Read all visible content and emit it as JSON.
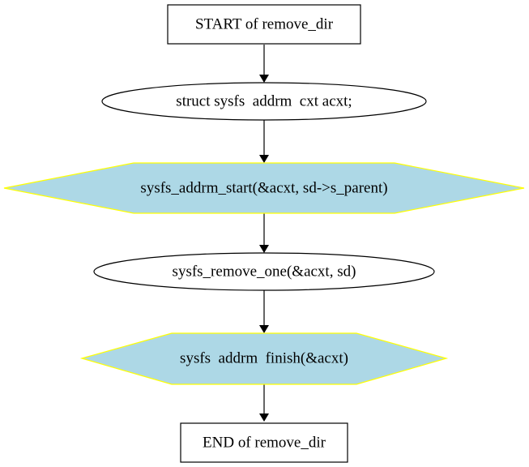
{
  "diagram": {
    "nodes": [
      {
        "id": "start",
        "shape": "box",
        "label": "START of remove_dir"
      },
      {
        "id": "decl",
        "shape": "ellipse",
        "label": "struct sysfs  addrm  cxt acxt;"
      },
      {
        "id": "addrm-start",
        "shape": "hexagon",
        "label": "sysfs_addrm_start(&acxt, sd->s_parent)"
      },
      {
        "id": "remove-one",
        "shape": "ellipse",
        "label": "sysfs_remove_one(&acxt, sd)"
      },
      {
        "id": "addrm-finish",
        "shape": "hexagon",
        "label": "sysfs  addrm  finish(&acxt)"
      },
      {
        "id": "end",
        "shape": "box",
        "label": "END of remove_dir"
      }
    ],
    "edges": [
      {
        "from": "start",
        "to": "decl"
      },
      {
        "from": "decl",
        "to": "addrm-start"
      },
      {
        "from": "addrm-start",
        "to": "remove-one"
      },
      {
        "from": "remove-one",
        "to": "addrm-finish"
      },
      {
        "from": "addrm-finish",
        "to": "end"
      }
    ],
    "colors": {
      "hexagon_fill": "#add8e6",
      "hexagon_stroke": "#ffff00",
      "node_stroke": "#000000",
      "edge": "#000000"
    }
  }
}
